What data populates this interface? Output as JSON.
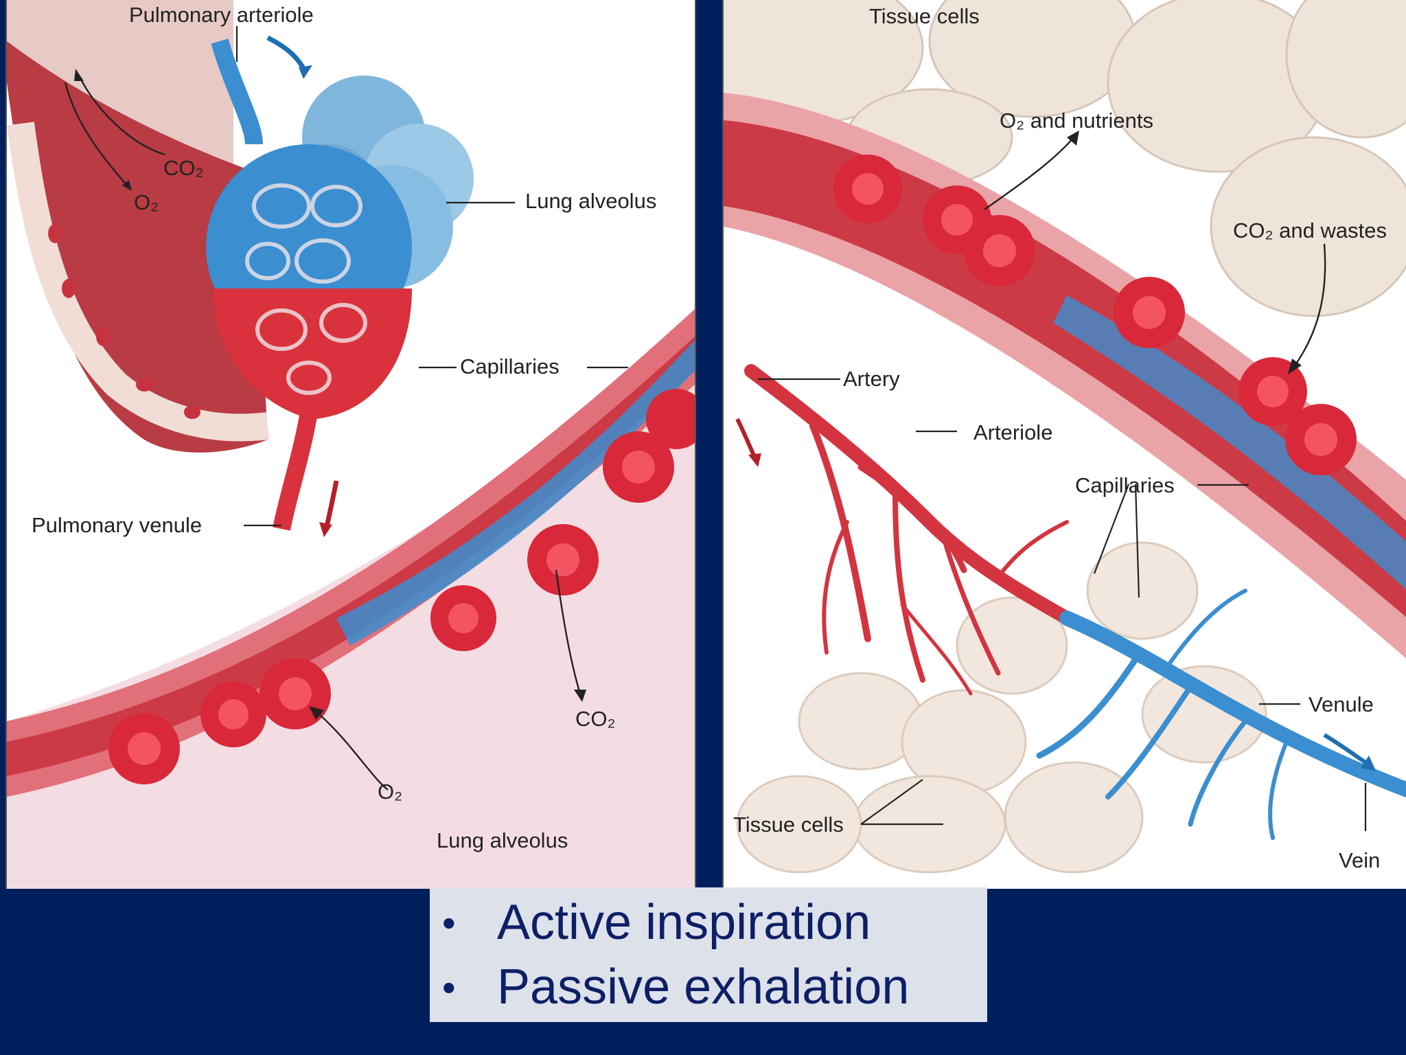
{
  "left_labels": {
    "pulmonary_arteriole": "Pulmonary arteriole",
    "co2_top": "CO₂",
    "o2_top": "O₂",
    "lung_alveolus_top": "Lung alveolus",
    "capillaries": "Capillaries",
    "pulmonary_venule": "Pulmonary venule",
    "co2_bottom": "CO₂",
    "o2_bottom": "O₂",
    "lung_alveolus_bottom": "Lung alveolus"
  },
  "right_labels": {
    "tissue_cells_top": "Tissue cells",
    "o2_and_nutrients": "O₂ and nutrients",
    "co2_and_wastes": "CO₂ and wastes",
    "artery": "Artery",
    "arteriole": "Arteriole",
    "capillaries": "Capillaries",
    "venule": "Venule",
    "tissue_cells_bottom": "Tissue cells",
    "vein": "Vein"
  },
  "bullets": [
    "Active inspiration",
    "Passive exhalation"
  ],
  "colors": {
    "background": "#001f5c",
    "bullet_box": "#dde1ea",
    "bullet_text": "#0d1f66",
    "oxygenated_blood": "#d9323c",
    "deoxygenated_blood": "#3b8ed0"
  }
}
